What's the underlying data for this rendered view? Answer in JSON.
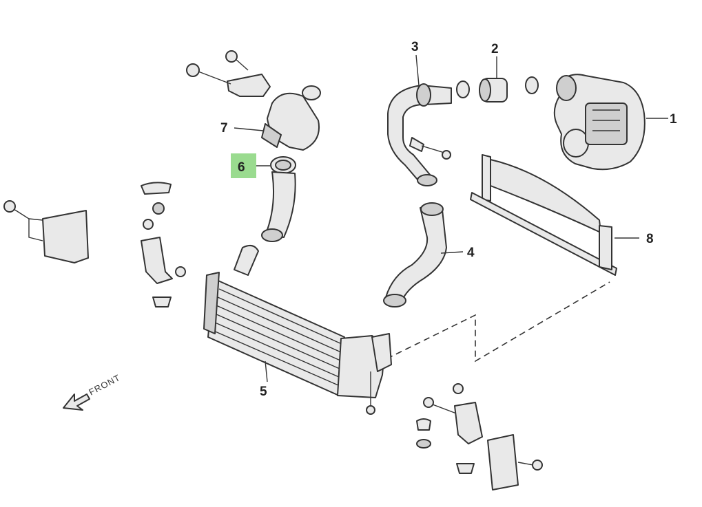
{
  "callouts": [
    {
      "id": "1",
      "label": "1"
    },
    {
      "id": "2",
      "label": "2"
    },
    {
      "id": "3",
      "label": "3"
    },
    {
      "id": "4",
      "label": "4"
    },
    {
      "id": "5",
      "label": "5"
    },
    {
      "id": "6",
      "label": "6",
      "highlighted": true
    },
    {
      "id": "7",
      "label": "7"
    },
    {
      "id": "8",
      "label": "8"
    }
  ],
  "direction_label": "FRONT",
  "colors": {
    "highlight": "#9adb8f",
    "line": "#333333",
    "part_fill": "#e9e9e9"
  }
}
